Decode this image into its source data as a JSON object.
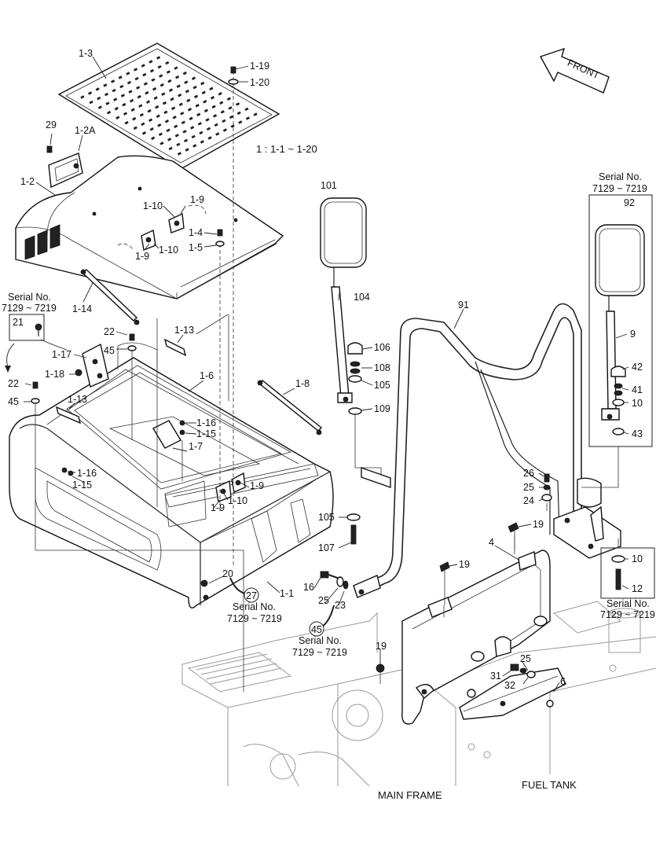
{
  "direction_arrow": "FRONT",
  "kit_note": "1 : 1-1 ~ 1-20",
  "serial_box_label": "Serial No.",
  "serial_range": "7129 ~ 7219",
  "circled_refs": [
    "27",
    "45"
  ],
  "region_labels": {
    "main_frame": "MAIN FRAME",
    "fuel_tank": "FUEL TANK"
  },
  "parts": {
    "p1_3": "1-3",
    "p1_19": "1-19",
    "p1_20": "1-20",
    "p29": "29",
    "p1_2a": "1-2A",
    "p1_2": "1-2",
    "p1_10a": "1-10",
    "p1_9a": "1-9",
    "p1_4": "1-4",
    "p1_5": "1-5",
    "p1_9b": "1-9",
    "p1_10b": "1-10",
    "p1_14": "1-14",
    "p21": "21",
    "p22a": "22",
    "p1_13a": "1-13",
    "p45a": "45",
    "p1_17": "1-17",
    "p1_18": "1-18",
    "p22b": "22",
    "p1_6": "1-6",
    "p1_8": "1-8",
    "p45b": "45",
    "p1_13b": "1-13",
    "p1_16a": "1-16",
    "p1_15a": "1-15",
    "p1_7": "1-7",
    "p1_16b": "1-16",
    "p1_15b": "1-15",
    "p1_9c": "1-9",
    "p1_10c": "1-10",
    "p1_9d": "1-9",
    "p20": "20",
    "p1_1": "1-1",
    "p101": "101",
    "p104": "104",
    "p106": "106",
    "p108": "108",
    "p105a": "105",
    "p109": "109",
    "p105b": "105",
    "p107": "107",
    "p16": "16",
    "p25a": "25",
    "p23": "23",
    "p91": "91",
    "p92": "92",
    "p9": "9",
    "p42": "42",
    "p41": "41",
    "p10a": "10",
    "p43": "43",
    "p26": "26",
    "p25b": "25",
    "p24": "24",
    "p19a": "19",
    "p4": "4",
    "p19b": "19",
    "p10b": "10",
    "p12": "12",
    "p19c": "19",
    "p25c": "25",
    "p31": "31",
    "p32": "32",
    "p6": "6"
  }
}
